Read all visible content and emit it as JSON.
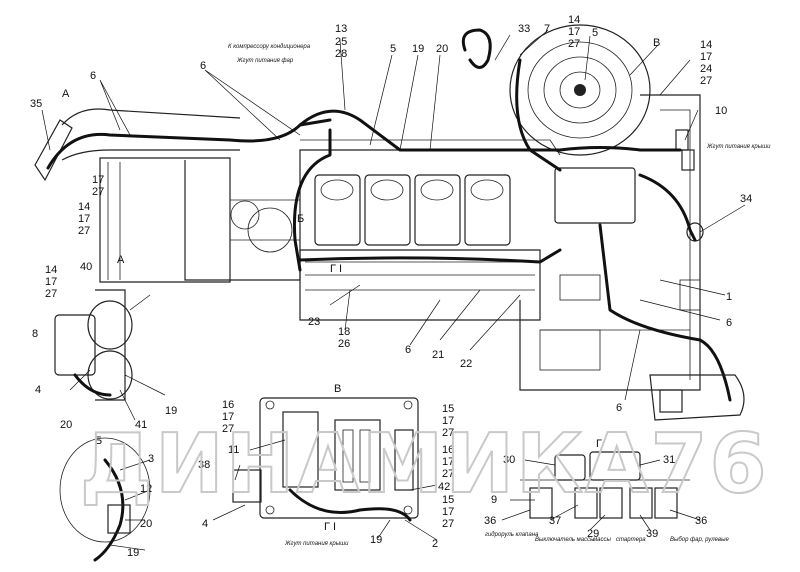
{
  "captions": {
    "compressor": "К компрессору кондиционера",
    "headlight_power": "Жгут питания фар",
    "roof_power_top": "Жгут питания крыши",
    "roof_power_g1": "Жгут питания крыши",
    "hydro_valve": "гидроруль клапана",
    "mass_switch": "Выключатель массы",
    "battery": "массы",
    "starter": "стартера",
    "light_relay": "Выбор фар, рулевые"
  },
  "view_letters": {
    "A_top": "А",
    "A_mid": "А",
    "B_top": "В",
    "B_view": "В",
    "Bb_engine": "Б",
    "Bb_left": "Б",
    "G": "Г",
    "G1_engine": "Г I",
    "G1_view": "Г I"
  },
  "watermark": "ДИНАМИКА76",
  "callouts": [
    {
      "id": "c35",
      "text": "35"
    },
    {
      "id": "c6a",
      "text": "6"
    },
    {
      "id": "c6b",
      "text": "6"
    },
    {
      "id": "c13",
      "text": "13"
    },
    {
      "id": "c25",
      "text": "25"
    },
    {
      "id": "c28",
      "text": "28"
    },
    {
      "id": "c5a",
      "text": "5"
    },
    {
      "id": "c19a",
      "text": "19"
    },
    {
      "id": "c20a",
      "text": "20"
    },
    {
      "id": "c33",
      "text": "33"
    },
    {
      "id": "c7",
      "text": "7"
    },
    {
      "id": "c14a",
      "text": "14"
    },
    {
      "id": "c17a",
      "text": "17"
    },
    {
      "id": "c27a",
      "text": "27"
    },
    {
      "id": "c5b",
      "text": "5"
    },
    {
      "id": "c14b",
      "text": "14"
    },
    {
      "id": "c17b",
      "text": "17"
    },
    {
      "id": "c24",
      "text": "24"
    },
    {
      "id": "c27b",
      "text": "27"
    },
    {
      "id": "c10",
      "text": "10"
    },
    {
      "id": "c17c",
      "text": "17"
    },
    {
      "id": "c27c",
      "text": "27"
    },
    {
      "id": "c14c",
      "text": "14"
    },
    {
      "id": "c17d",
      "text": "17"
    },
    {
      "id": "c27d",
      "text": "27"
    },
    {
      "id": "c34",
      "text": "34"
    },
    {
      "id": "c14d",
      "text": "14"
    },
    {
      "id": "c17e",
      "text": "17"
    },
    {
      "id": "c27e",
      "text": "27"
    },
    {
      "id": "c40",
      "text": "40"
    },
    {
      "id": "c8",
      "text": "8"
    },
    {
      "id": "c4a",
      "text": "4"
    },
    {
      "id": "c20b",
      "text": "20"
    },
    {
      "id": "c41",
      "text": "41"
    },
    {
      "id": "c19b",
      "text": "19"
    },
    {
      "id": "c23",
      "text": "23"
    },
    {
      "id": "c18",
      "text": "18"
    },
    {
      "id": "c26",
      "text": "26"
    },
    {
      "id": "c6c",
      "text": "6"
    },
    {
      "id": "c21",
      "text": "21"
    },
    {
      "id": "c22",
      "text": "22"
    },
    {
      "id": "c1",
      "text": "1"
    },
    {
      "id": "c6d",
      "text": "6"
    },
    {
      "id": "c6e",
      "text": "6"
    },
    {
      "id": "c3",
      "text": "3"
    },
    {
      "id": "c12",
      "text": "12"
    },
    {
      "id": "c20c",
      "text": "20"
    },
    {
      "id": "c19c",
      "text": "19"
    },
    {
      "id": "c16a",
      "text": "16"
    },
    {
      "id": "c17f",
      "text": "17"
    },
    {
      "id": "c27f",
      "text": "27"
    },
    {
      "id": "c11",
      "text": "11"
    },
    {
      "id": "c38",
      "text": "38"
    },
    {
      "id": "c4b",
      "text": "4"
    },
    {
      "id": "c15a",
      "text": "15"
    },
    {
      "id": "c17g",
      "text": "17"
    },
    {
      "id": "c27g",
      "text": "27"
    },
    {
      "id": "c16b",
      "text": "16"
    },
    {
      "id": "c17h",
      "text": "17"
    },
    {
      "id": "c27h",
      "text": "27"
    },
    {
      "id": "c42",
      "text": "42"
    },
    {
      "id": "c15b",
      "text": "15"
    },
    {
      "id": "c17i",
      "text": "17"
    },
    {
      "id": "c27i",
      "text": "27"
    },
    {
      "id": "c19d",
      "text": "19"
    },
    {
      "id": "c2",
      "text": "2"
    },
    {
      "id": "c30",
      "text": "30"
    },
    {
      "id": "c31",
      "text": "31"
    },
    {
      "id": "c9",
      "text": "9"
    },
    {
      "id": "c36a",
      "text": "36"
    },
    {
      "id": "c37",
      "text": "37"
    },
    {
      "id": "c29",
      "text": "29"
    },
    {
      "id": "c39",
      "text": "39"
    },
    {
      "id": "c36b",
      "text": "36"
    }
  ]
}
